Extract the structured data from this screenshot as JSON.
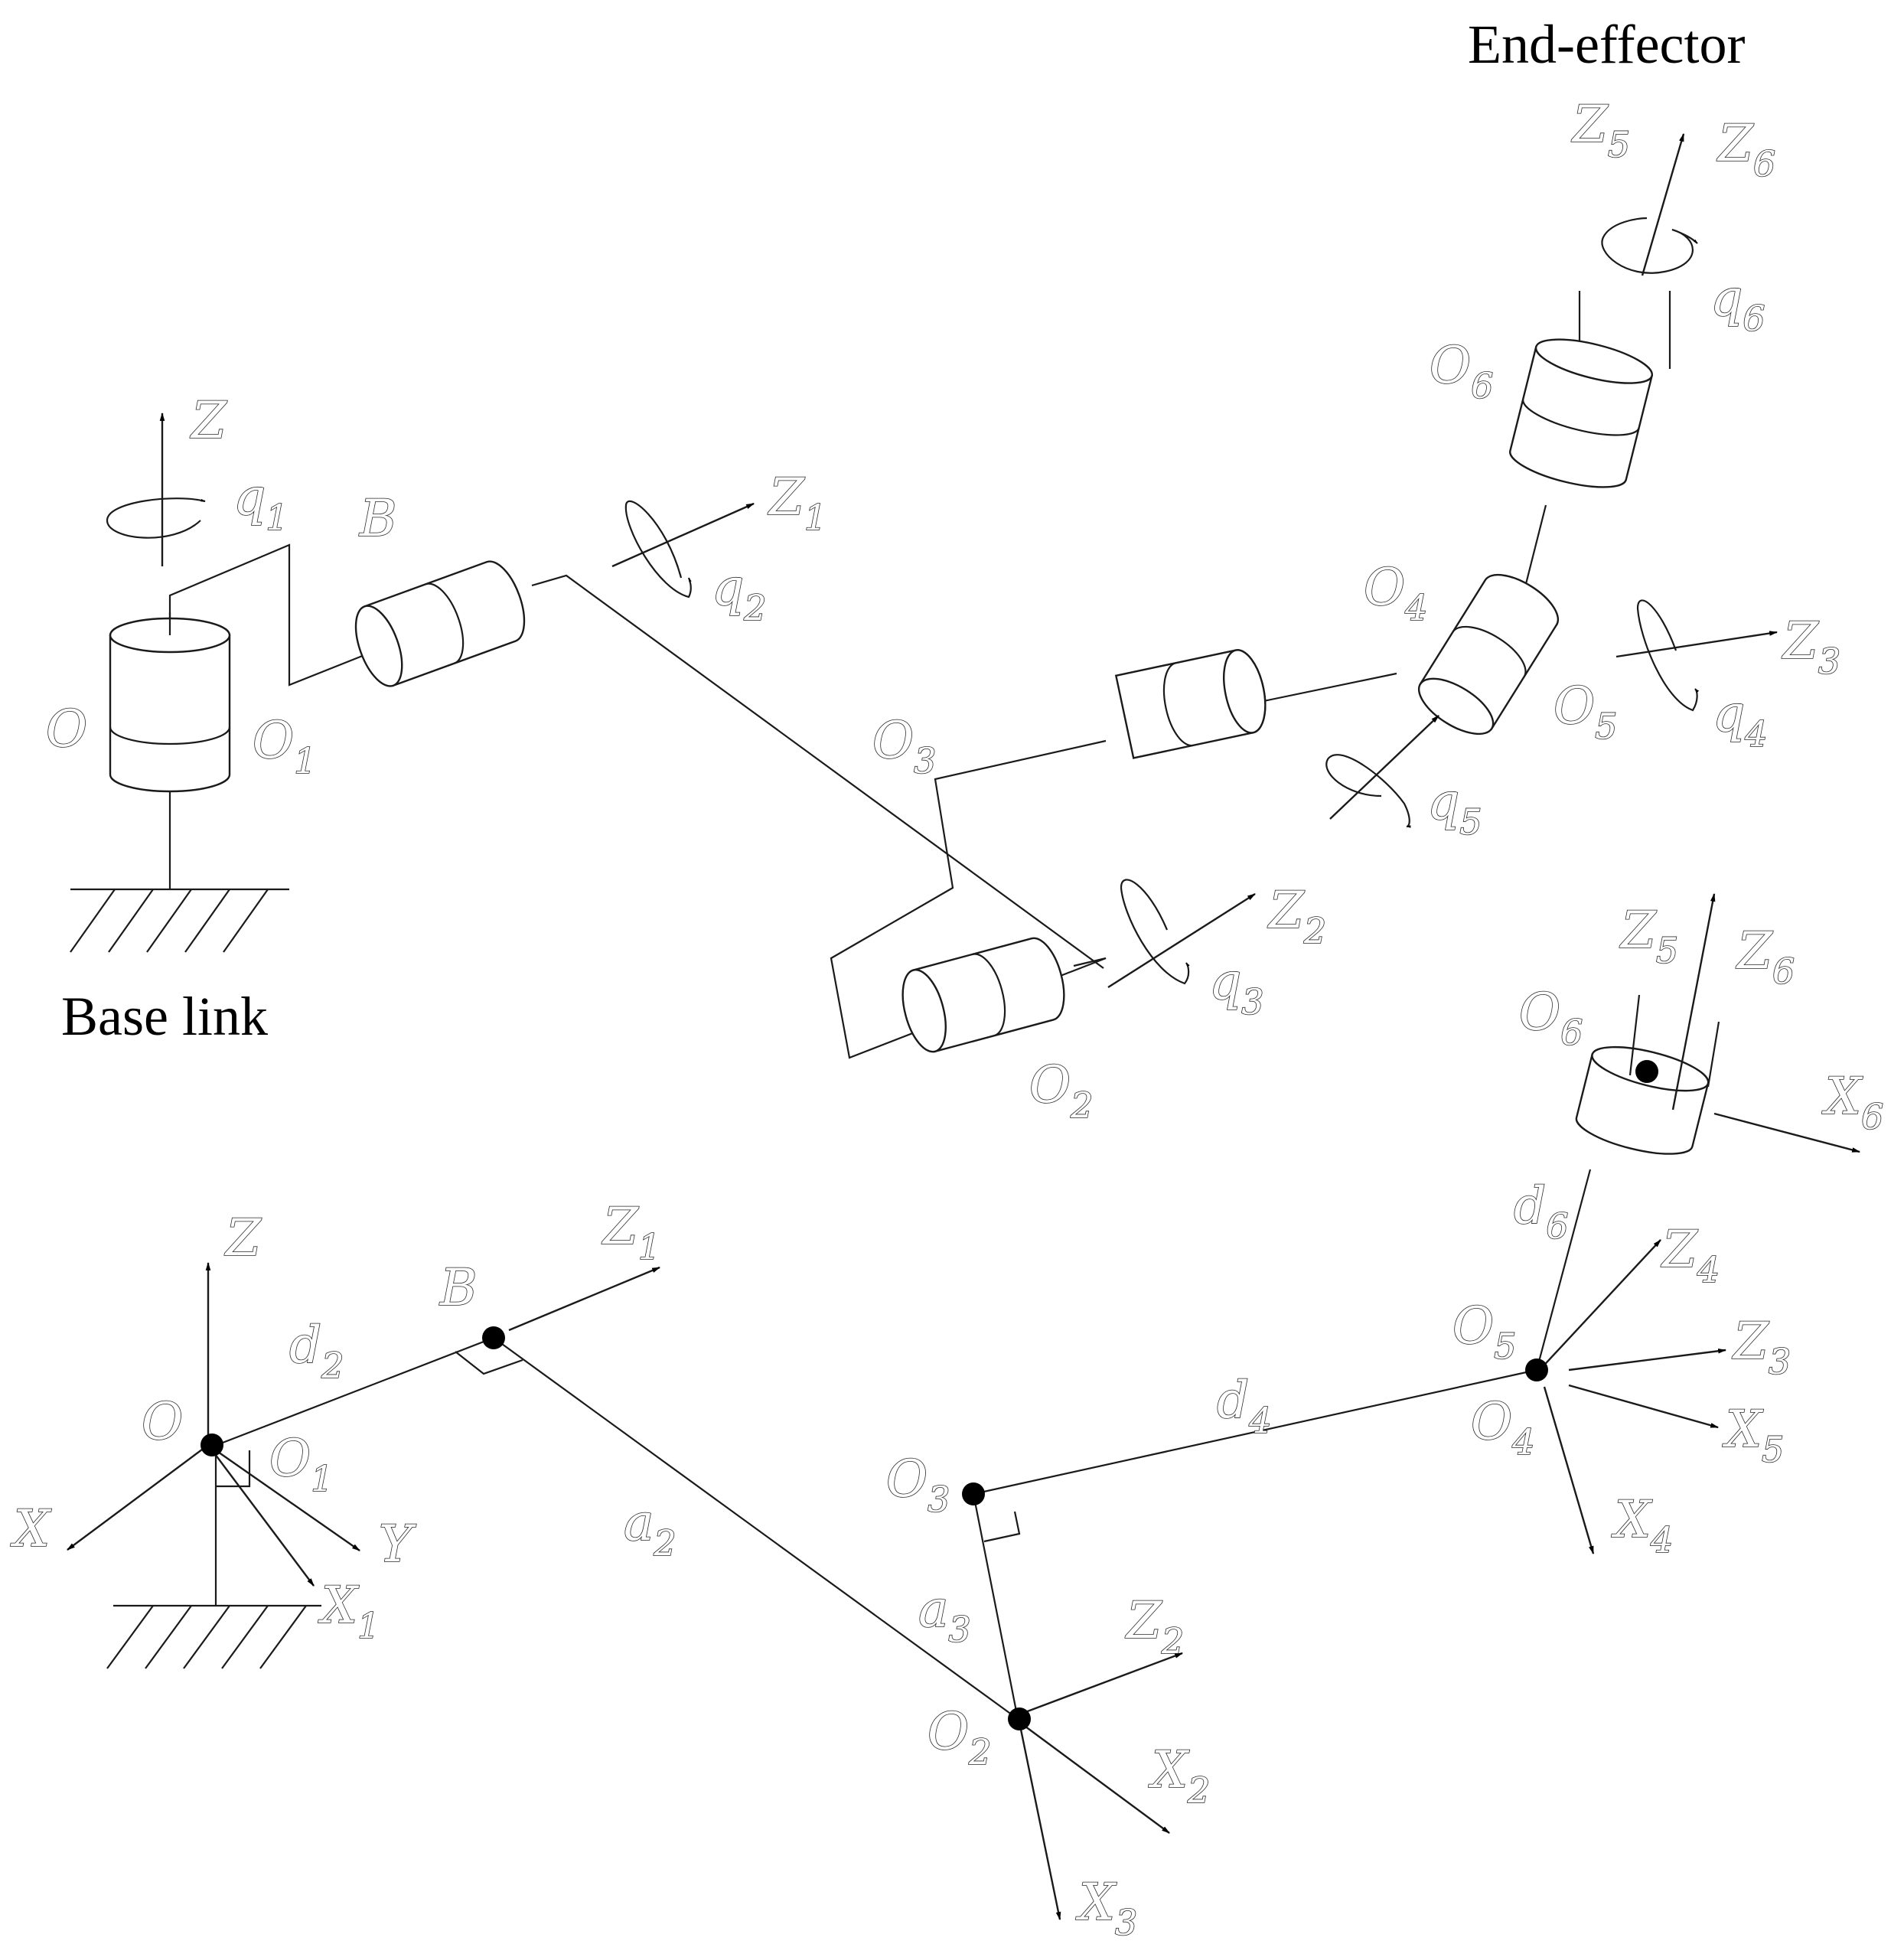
{
  "captions": {
    "end_effector": "End-effector",
    "base_link": "Base link"
  },
  "labels": {
    "Z": "Z",
    "X": "X",
    "Y": "Y",
    "B": "B",
    "O": "O",
    "q": "q",
    "d": "d",
    "a": "a",
    "n1": "1",
    "n2": "2",
    "n3": "3",
    "n4": "4",
    "n5": "5",
    "n6": "6"
  },
  "colors": {
    "ink": "#1a1a1a",
    "label_stroke": "#2a2a2a",
    "background": "#ffffff"
  }
}
